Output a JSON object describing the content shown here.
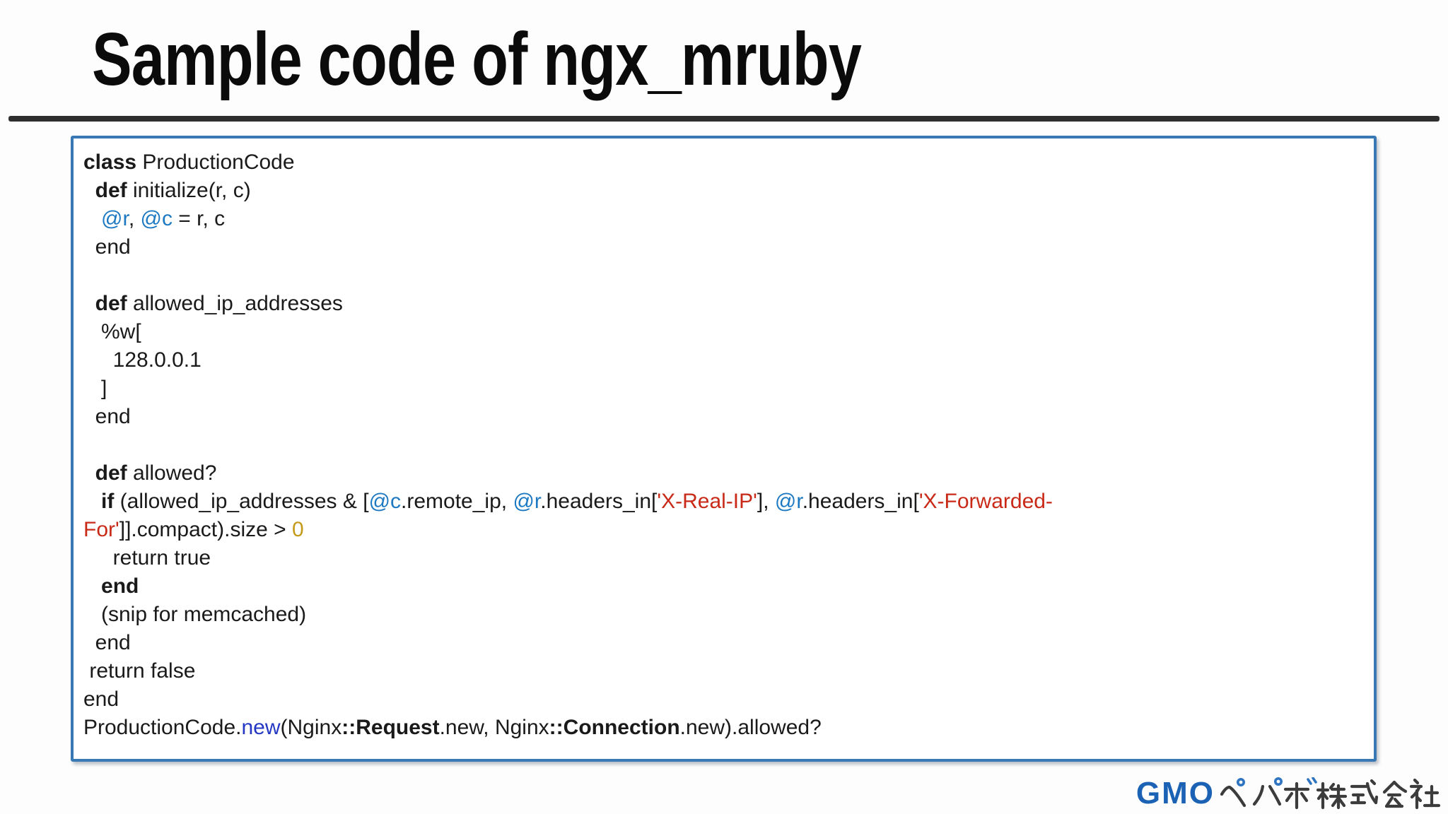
{
  "slide": {
    "title": "Sample code of ngx_mruby"
  },
  "colors": {
    "box_border": "#3879B5",
    "code_text": "#1a1a1a",
    "variable_blue": "#1D79C1",
    "string_red": "#C92A18",
    "number_gold": "#C49A1A",
    "method_navy": "#2438C4",
    "title_text": "#0b0b0b",
    "rule_gray": "#2e2e2e",
    "gmo_blue": "#1B62B5",
    "logo_dark": "#3c3c3c"
  },
  "code": {
    "language": "ruby",
    "lines": [
      [
        {
          "t": "class",
          "s": "k"
        },
        {
          "t": " ProductionCode"
        }
      ],
      [
        {
          "t": "  "
        },
        {
          "t": "def",
          "s": "k"
        },
        {
          "t": " initialize(r, c)"
        }
      ],
      [
        {
          "t": "   "
        },
        {
          "t": "@r",
          "s": "v"
        },
        {
          "t": ", "
        },
        {
          "t": "@c",
          "s": "v"
        },
        {
          "t": " = r, c"
        }
      ],
      [
        {
          "t": "  end"
        }
      ],
      [
        {
          "t": ""
        }
      ],
      [
        {
          "t": "  "
        },
        {
          "t": "def",
          "s": "k"
        },
        {
          "t": " allowed_ip_addresses"
        }
      ],
      [
        {
          "t": "   %w["
        }
      ],
      [
        {
          "t": "     128.0.0.1"
        }
      ],
      [
        {
          "t": "   ]"
        }
      ],
      [
        {
          "t": "  end"
        }
      ],
      [
        {
          "t": ""
        }
      ],
      [
        {
          "t": "  "
        },
        {
          "t": "def",
          "s": "k"
        },
        {
          "t": " allowed?"
        }
      ],
      [
        {
          "t": "   "
        },
        {
          "t": "if",
          "s": "k"
        },
        {
          "t": " (allowed_ip_addresses & ["
        },
        {
          "t": "@c",
          "s": "v"
        },
        {
          "t": ".remote_ip, "
        },
        {
          "t": "@r",
          "s": "v"
        },
        {
          "t": ".headers_in["
        },
        {
          "t": "'X-Real-IP'",
          "s": "r"
        },
        {
          "t": "], "
        },
        {
          "t": "@r",
          "s": "v"
        },
        {
          "t": ".headers_in["
        },
        {
          "t": "'X-Forwarded-",
          "s": "r"
        }
      ],
      [
        {
          "t": "For'",
          "s": "r"
        },
        {
          "t": "]].compact).size > "
        },
        {
          "t": "0",
          "s": "n"
        }
      ],
      [
        {
          "t": "     return true"
        }
      ],
      [
        {
          "t": "   "
        },
        {
          "t": "end",
          "s": "k"
        }
      ],
      [
        {
          "t": "   (snip for memcached)"
        }
      ],
      [
        {
          "t": "  end"
        }
      ],
      [
        {
          "t": " return false"
        }
      ],
      [
        {
          "t": "end"
        }
      ],
      [
        {
          "t": "ProductionCode."
        },
        {
          "t": "new",
          "s": "m"
        },
        {
          "t": "(Nginx"
        },
        {
          "t": "::",
          "s": "k"
        },
        {
          "t": "Request",
          "s": "k"
        },
        {
          "t": ".new, Nginx"
        },
        {
          "t": "::",
          "s": "k"
        },
        {
          "t": "Connection",
          "s": "k"
        },
        {
          "t": ".new).allowed?"
        }
      ]
    ]
  },
  "logo": {
    "text": "GMOペパボ株式会社",
    "latin": "GMO",
    "japanese": "ペパボ株式会社"
  }
}
